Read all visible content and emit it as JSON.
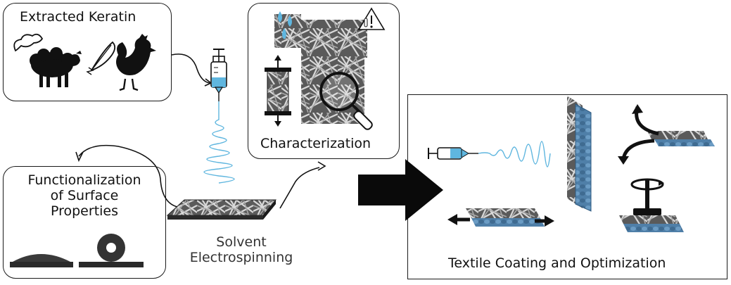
{
  "panels": {
    "extracted_keratin": {
      "title": "Extracted Keratin"
    },
    "characterization": {
      "title": "Characterization"
    },
    "functionalization": {
      "title_line1": "Functionalization",
      "title_line2": "of Surface",
      "title_line3": "Properties"
    },
    "textile": {
      "title": "Textile Coating and Optimization"
    }
  },
  "center": {
    "label_line1": "Solvent",
    "label_line2": "Electrospinning"
  },
  "icons": {
    "sheep": "sheep-icon",
    "rooster": "rooster-icon",
    "syringe": "syringe-icon",
    "droplets": "water-droplet-icon",
    "thermometer": "thermometer-warning-icon",
    "magnifier": "magnifier-icon",
    "tensile": "tensile-test-icon",
    "big_arrow": "process-arrow-icon",
    "rotate": "rotation-icon"
  },
  "colors": {
    "accent_blue": "#5fb6df",
    "fiber_gray": "#8c8c8c",
    "textile_blue": "#4f7fa8",
    "ink": "#111111"
  }
}
